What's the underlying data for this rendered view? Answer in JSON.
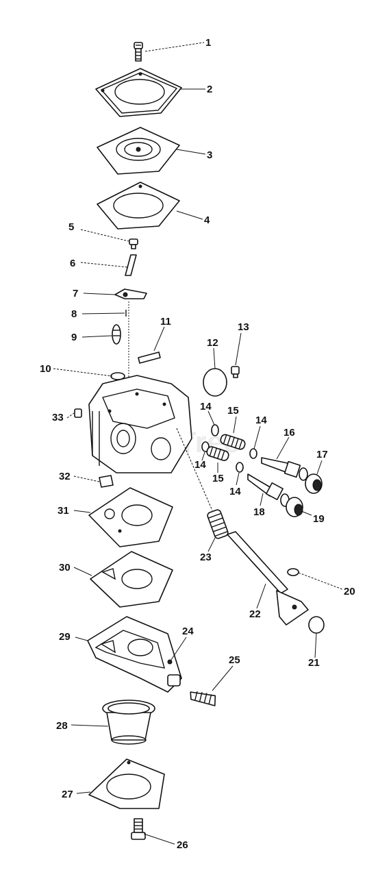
{
  "watermark": "PartsTree",
  "callouts": {
    "p1": "1",
    "p2": "2",
    "p3": "3",
    "p4": "4",
    "p5": "5",
    "p6": "6",
    "p7": "7",
    "p8": "8",
    "p9": "9",
    "p10": "10",
    "p11": "11",
    "p12": "12",
    "p13": "13",
    "p14a": "14",
    "p14b": "14",
    "p14c": "14",
    "p14d": "14",
    "p15a": "15",
    "p15b": "15",
    "p16": "16",
    "p17": "17",
    "p18": "18",
    "p19": "19",
    "p20": "20",
    "p21": "21",
    "p22": "22",
    "p23": "23",
    "p24": "24",
    "p25": "25",
    "p26": "26",
    "p27": "27",
    "p28": "28",
    "p29": "29",
    "p30": "30",
    "p31": "31",
    "p32": "32",
    "p33": "33"
  }
}
